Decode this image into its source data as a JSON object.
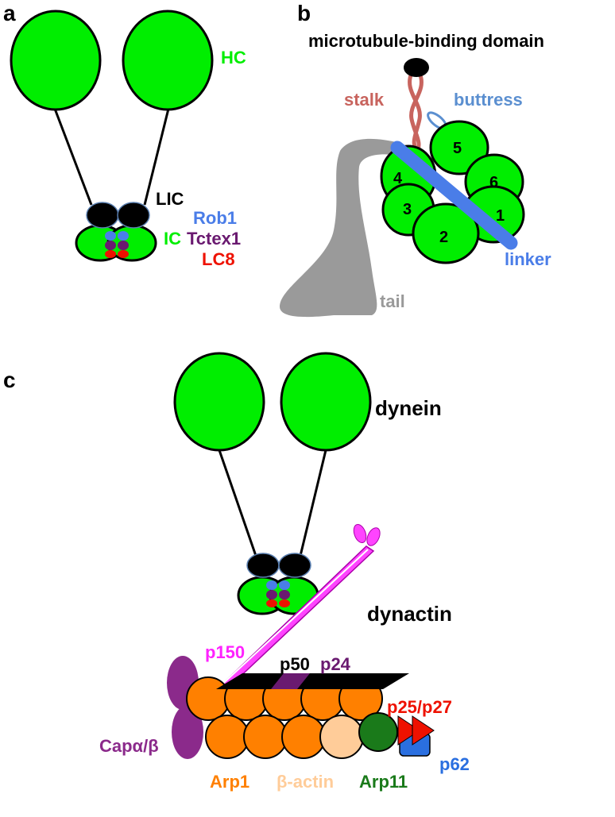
{
  "panels": {
    "a": {
      "letter": "a",
      "labels": {
        "hc": "HC",
        "lic": "LIC",
        "rob1": "Rob1",
        "ic": "IC",
        "tctex1": "Tctex1",
        "lc8": "LC8"
      }
    },
    "b": {
      "letter": "b",
      "labels": {
        "mtbd": "microtubule-binding domain",
        "stalk": "stalk",
        "buttress": "buttress",
        "linker": "linker",
        "tail": "tail"
      },
      "aaa_domains": [
        "1",
        "2",
        "3",
        "4",
        "5",
        "6"
      ]
    },
    "c": {
      "letter": "c",
      "labels": {
        "dynein": "dynein",
        "dynactin": "dynactin",
        "p150": "p150",
        "p50": "p50",
        "p24": "p24",
        "p25p27": "p25/p27",
        "cap": "Capα/β",
        "arp1": "Arp1",
        "bactin": "β-actin",
        "arp11": "Arp11",
        "p62": "p62"
      }
    }
  },
  "colors": {
    "green": "#00ee00",
    "black": "#000000",
    "blue": "#4a7de8",
    "purple": "#6a1a70",
    "red": "#ee1100",
    "stalk": "#c8645e",
    "buttress": "#5b8fd0",
    "gray": "#9a9a9a",
    "magenta": "#ff22ff",
    "orange": "#ff8000",
    "peach": "#ffcc99",
    "darkgreen": "#1a7a1a",
    "capPurple": "#8b2a8b"
  }
}
